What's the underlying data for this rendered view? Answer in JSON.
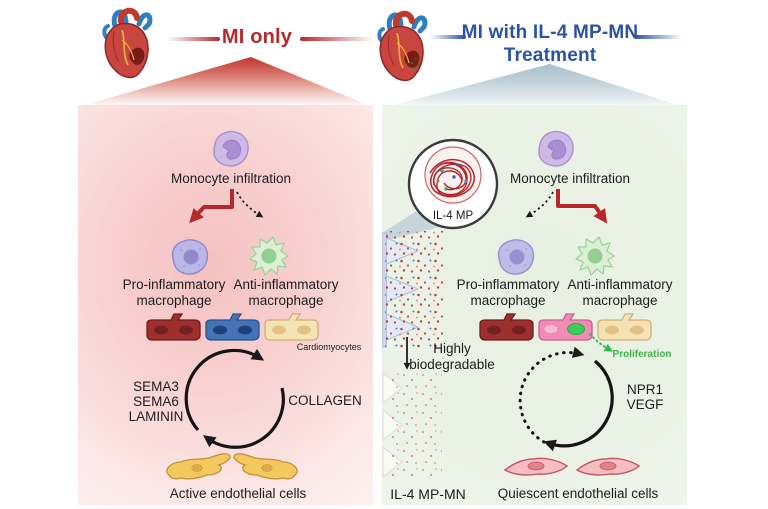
{
  "header": {
    "left_title": "MI only",
    "right_title_line1": "MI with IL-4 MP-MN",
    "right_title_line2": "Treatment"
  },
  "left_panel": {
    "monocyte_label": "Monocyte infiltration",
    "pro_macrophage_line1": "Pro-inflammatory",
    "pro_macrophage_line2": "macrophage",
    "anti_macrophage_line1": "Anti-inflammatory",
    "anti_macrophage_line2": "macrophage",
    "cardiomyocytes_label": "Cardiomyocytes",
    "cycle_labels_left": [
      "SEMA3",
      "SEMA6",
      "LAMININ"
    ],
    "cycle_label_right": "COLLAGEN",
    "endothelial_label": "Active endothelial cells"
  },
  "right_panel": {
    "magnifier_label": "IL-4 MP",
    "monocyte_label": "Monocyte infiltration",
    "pro_macrophage_line1": "Pro-inflammatory",
    "pro_macrophage_line2": "macrophage",
    "anti_macrophage_line1": "Anti-inflammatory",
    "anti_macrophage_line2": "macrophage",
    "biodegradable_line1": "Highly",
    "biodegradable_line2": "biodegradable",
    "proliferation_label": "Proliferation",
    "cycle_labels_right": [
      "NPR1",
      "VEGF"
    ],
    "patch_label": "IL-4 MP-MN",
    "endothelial_label": "Quiescent endothelial cells"
  },
  "colors": {
    "mi_red": "#b6282c",
    "treatment_blue": "#2b52a3",
    "proliferation_green": "#3cb54a"
  },
  "icons": {
    "heart": "anatomical-heart-illustration",
    "microparticle": "il4-microparticle-mesh-ball",
    "microneedle_patch": "dissolving-microneedle-patch"
  }
}
